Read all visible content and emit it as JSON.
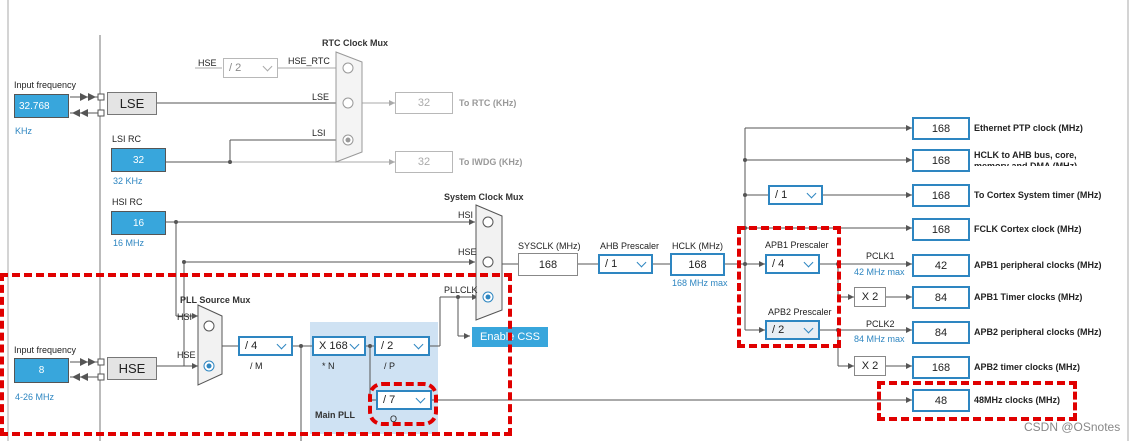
{
  "rtc_mux": {
    "title": "RTC Clock Mux",
    "in_hse": "HSE",
    "hse_div": "/ 2",
    "hse_rtc": "HSE_RTC",
    "lse": "LSE",
    "lsi": "LSI"
  },
  "rtc_out": {
    "value": "32",
    "label": "To RTC (KHz)"
  },
  "iwdg_out": {
    "value": "32",
    "label": "To IWDG (KHz)"
  },
  "lse": {
    "input_label": "Input frequency",
    "input_value": "32.768",
    "unit": "KHz",
    "name": "LSE"
  },
  "lsi": {
    "label": "LSI RC",
    "value": "32",
    "freq": "32 KHz"
  },
  "hsi": {
    "label": "HSI RC",
    "value": "16",
    "freq": "16 MHz"
  },
  "hse": {
    "input_label": "Input frequency",
    "input_value": "8",
    "range": "4-26 MHz",
    "name": "HSE"
  },
  "sys_mux": {
    "title": "System Clock Mux",
    "hsi": "HSI",
    "hse": "HSE",
    "pllclk": "PLLCLK"
  },
  "pll_src_mux": {
    "title": "PLL Source Mux",
    "hsi": "HSI",
    "hse": "HSE"
  },
  "pll": {
    "m_value": "/ 4",
    "m_label": "/ M",
    "n_value": "X 168",
    "n_label": "* N",
    "p_value": "/ 2",
    "p_label": "/ P",
    "q_value": "/ 7",
    "q_label": "Q",
    "title": "Main PLL"
  },
  "enable_css": "Enable CSS",
  "sysclk": {
    "label": "SYSCLK (MHz)",
    "value": "168"
  },
  "ahb": {
    "label": "AHB Prescaler",
    "value": "/ 1"
  },
  "hclk": {
    "label": "HCLK (MHz)",
    "value": "168",
    "max": "168 MHz max"
  },
  "apb1": {
    "label": "APB1 Prescaler",
    "value": "/ 4",
    "pclk_label": "PCLK1",
    "pclk_max": "42 MHz max",
    "timer_mult": "X 2"
  },
  "apb2": {
    "label": "APB2 Prescaler",
    "value": "/ 2",
    "pclk_label": "PCLK2",
    "pclk_max": "84 MHz max",
    "timer_mult": "X 2"
  },
  "cortex_div": "/ 1",
  "outputs": [
    {
      "value": "168",
      "label": "Ethernet PTP clock (MHz)"
    },
    {
      "value": "168",
      "label": "HCLK to AHB bus, core, memory and DMA (MHz)"
    },
    {
      "value": "168",
      "label": "To Cortex System timer (MHz)"
    },
    {
      "value": "168",
      "label": "FCLK Cortex clock (MHz)"
    },
    {
      "value": "42",
      "label": "APB1 peripheral clocks (MHz)"
    },
    {
      "value": "84",
      "label": "APB1 Timer clocks (MHz)"
    },
    {
      "value": "84",
      "label": "APB2 peripheral clocks (MHz)"
    },
    {
      "value": "168",
      "label": "APB2 timer clocks (MHz)"
    },
    {
      "value": "48",
      "label": "48MHz clocks (MHz)"
    }
  ],
  "watermark": "CSDN @OSnotes"
}
